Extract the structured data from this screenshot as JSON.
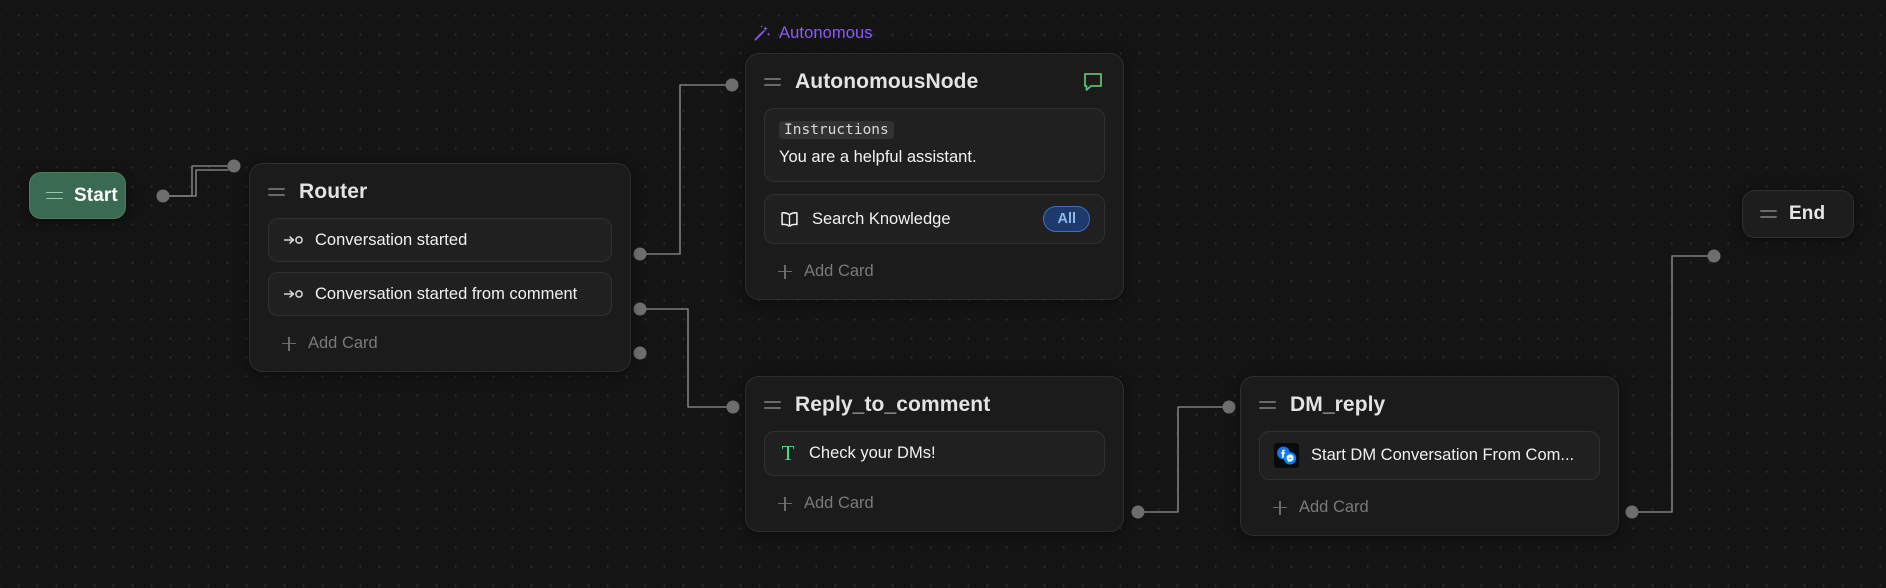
{
  "canvas": {
    "background_color": "#141414",
    "dot_color": "#2b2b2b"
  },
  "group_label": {
    "text": "Autonomous",
    "color": "#8b5cf6",
    "icon": "magic-wand-icon"
  },
  "nodes": {
    "start": {
      "title": "Start",
      "accent_color": "#3a6b52",
      "handle_icon": "drag-handle-icon"
    },
    "end": {
      "title": "End",
      "handle_icon": "drag-handle-icon"
    },
    "router": {
      "title": "Router",
      "handle_icon": "drag-handle-icon",
      "cards": [
        {
          "label": "Conversation started",
          "icon": "branch-arrow-icon"
        },
        {
          "label": "Conversation started from comment",
          "icon": "branch-arrow-icon"
        }
      ],
      "add_card_label": "Add Card"
    },
    "autonomous": {
      "title": "AutonomousNode",
      "handle_icon": "drag-handle-icon",
      "action_icon": "chat-bubble-icon",
      "action_icon_color": "#4ade80",
      "instructions": {
        "badge": "Instructions",
        "text": "You are a helpful assistant."
      },
      "tool_card": {
        "label": "Search Knowledge",
        "icon": "book-icon",
        "badge": "All",
        "badge_color": "#3b6fc4"
      },
      "add_card_label": "Add Card"
    },
    "reply_to_comment": {
      "title": "Reply_to_comment",
      "handle_icon": "drag-handle-icon",
      "cards": [
        {
          "label": "Check your DMs!",
          "icon": "text-type-icon",
          "icon_color": "#4ade80"
        }
      ],
      "add_card_label": "Add Card"
    },
    "dm_reply": {
      "title": "DM_reply",
      "handle_icon": "drag-handle-icon",
      "cards": [
        {
          "label": "Start DM Conversation From Com...",
          "icon": "messenger-icon"
        }
      ],
      "add_card_label": "Add Card"
    }
  },
  "edges": {
    "stroke_color": "#7d7d7d",
    "port_color": "#6e6e6e"
  }
}
